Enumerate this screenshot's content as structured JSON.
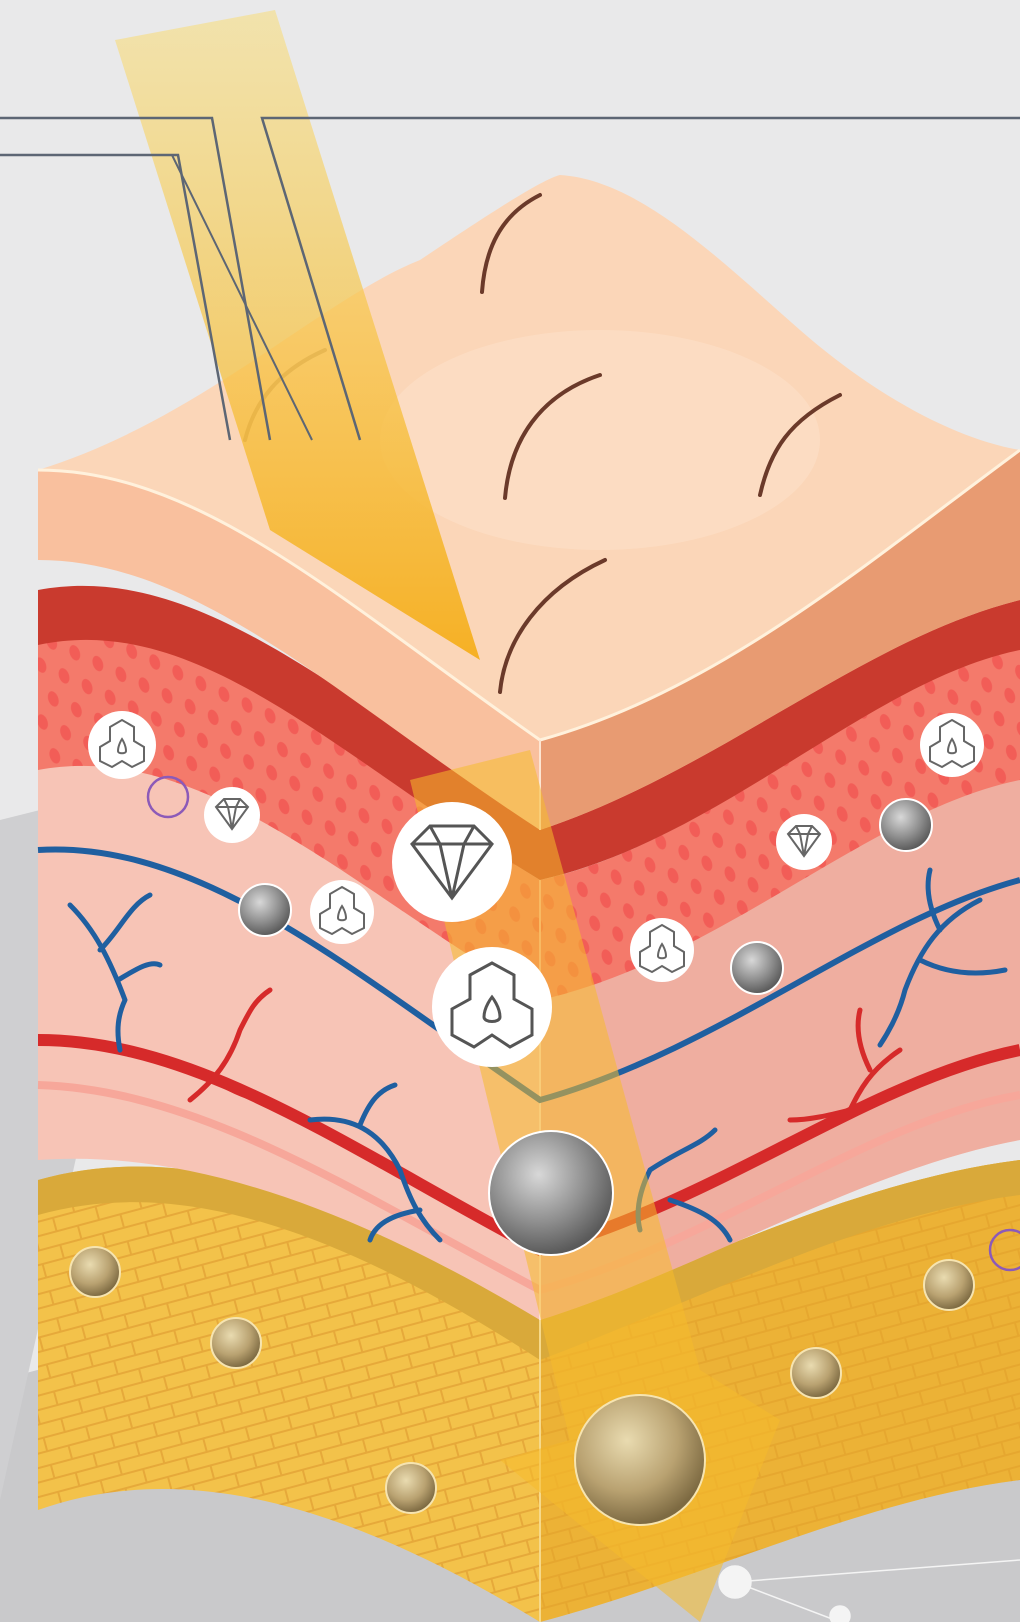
{
  "diagram": {
    "layers": [
      {
        "id": "epidermis",
        "color": "#f9c5a3",
        "side_color": "#e89b72"
      },
      {
        "id": "dermis-upper",
        "color": "#f07265",
        "side_color": "#c93a2e"
      },
      {
        "id": "dermis-lower",
        "color": "#f6c0b2",
        "side_color": "#e7a092"
      },
      {
        "id": "subcutaneous-fat",
        "color": "#f3c24a",
        "side_color": "#e0a022"
      }
    ],
    "vessels": {
      "vein_color": "#1f5fa0",
      "artery_color": "#d62a2a"
    },
    "penetration_arrow_color": "#f6bb2b",
    "markers": {
      "diamond_icon": "diamond-icon",
      "molecule_icon": "molecule-drop-icon",
      "cell_icon": "cell-sphere",
      "fat_cell_icon": "fat-cell-sphere"
    }
  }
}
